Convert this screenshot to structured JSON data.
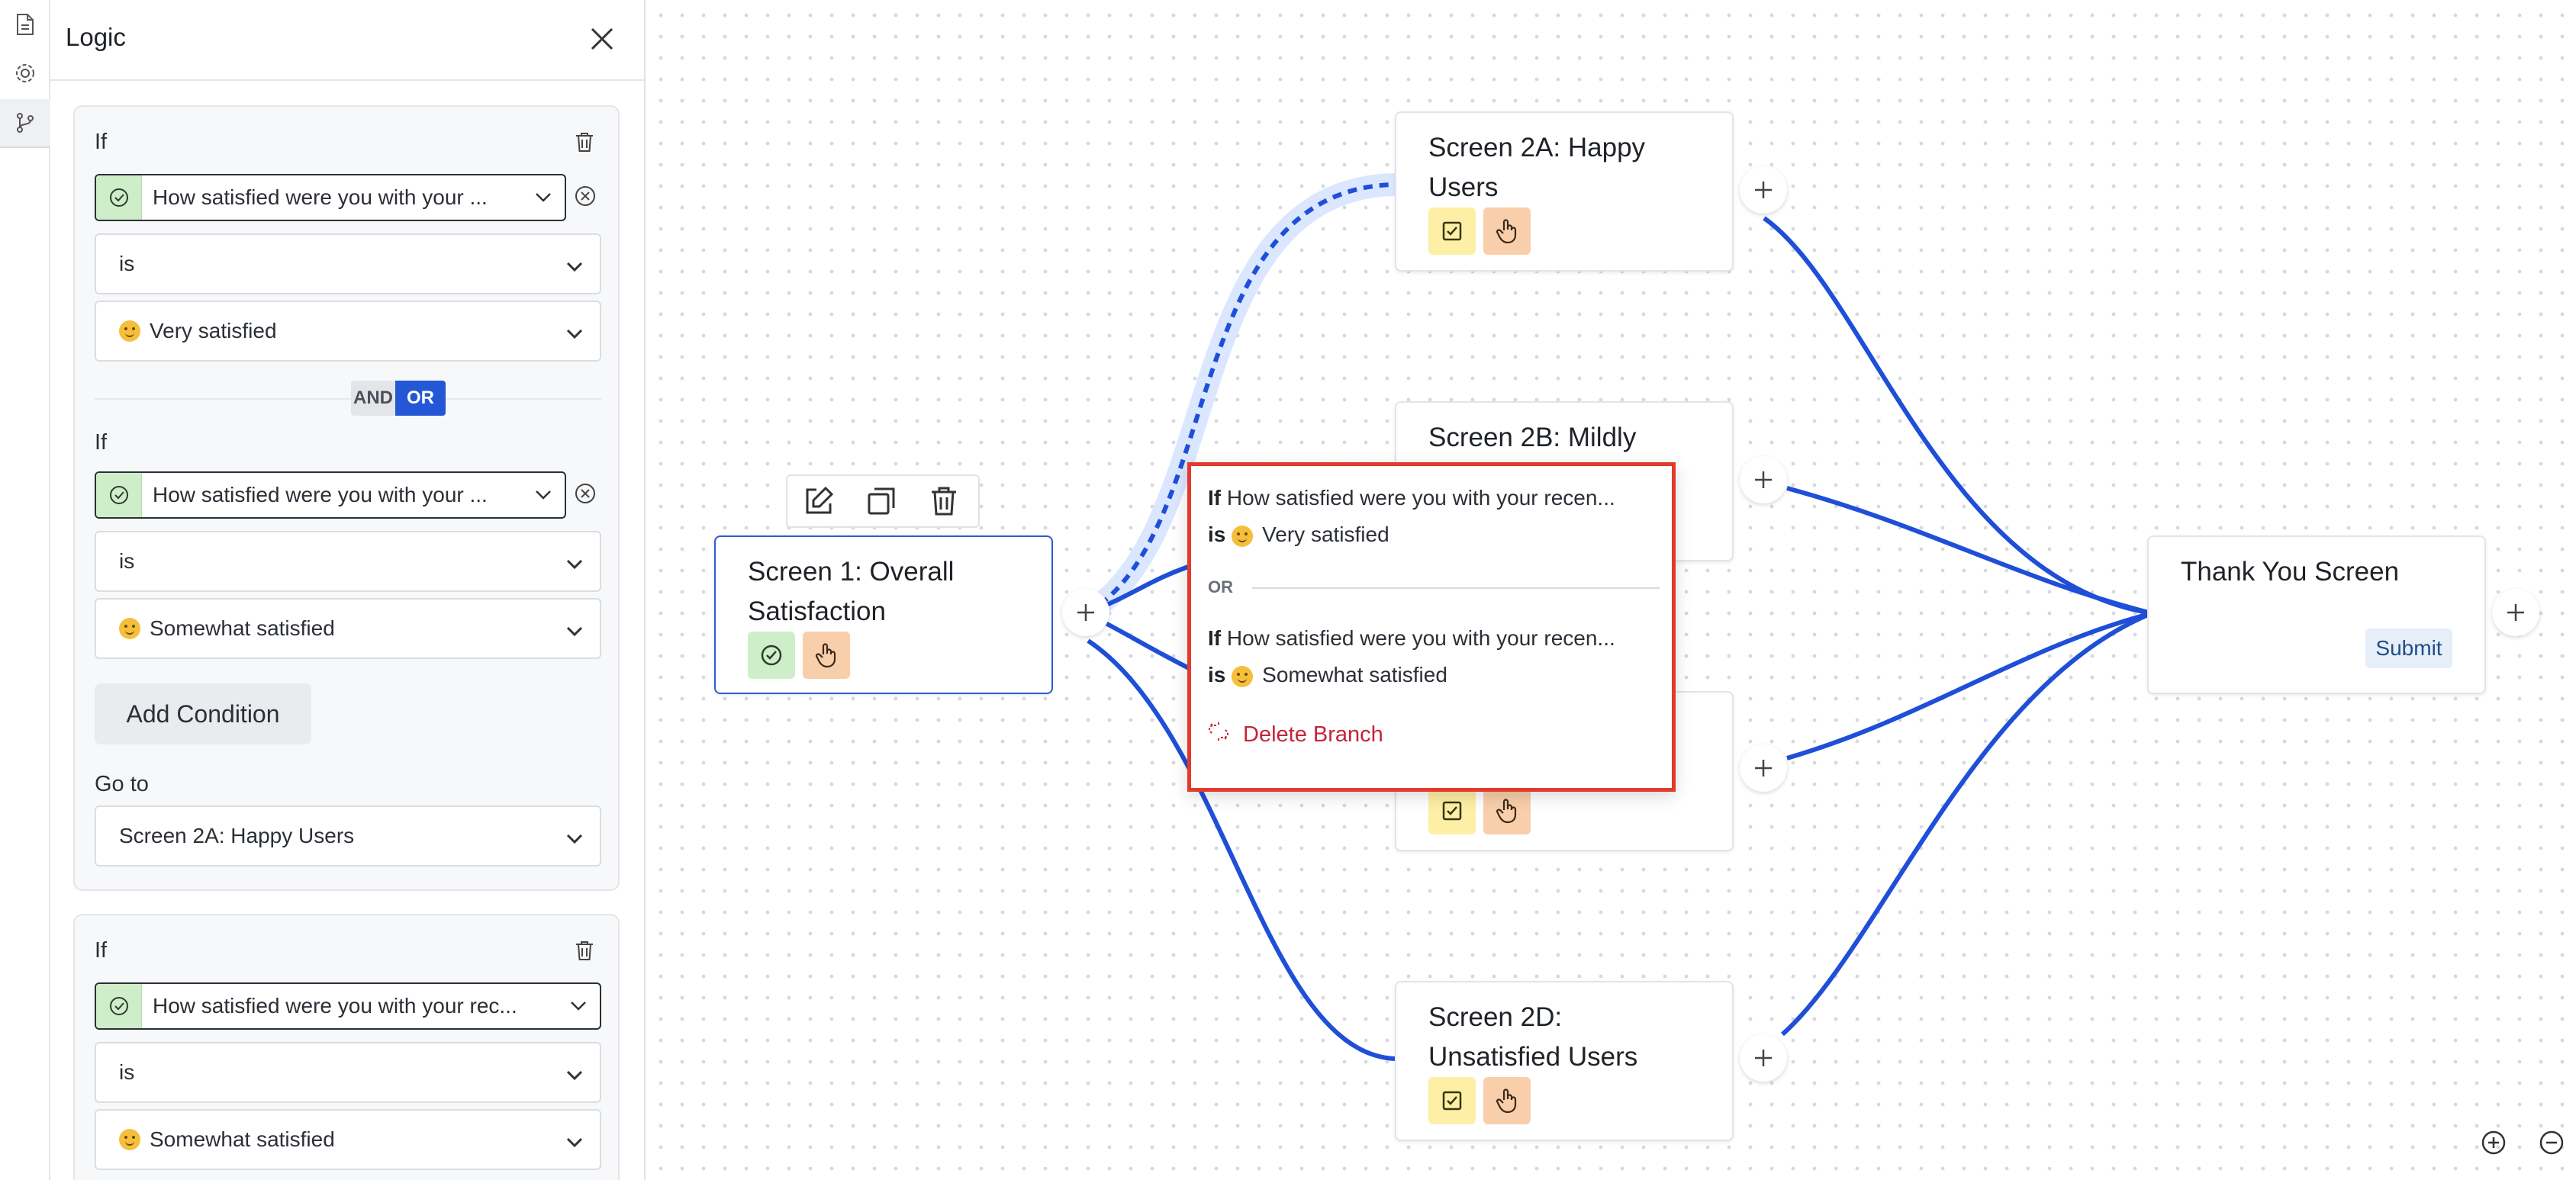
{
  "rail": {
    "items": [
      {
        "icon": "document-icon",
        "active": false
      },
      {
        "icon": "gear-icon",
        "active": false
      },
      {
        "icon": "branch-icon",
        "active": true
      }
    ]
  },
  "panel": {
    "title": "Logic",
    "groups": [
      {
        "conditions": [
          {
            "if_label": "If",
            "question": "How satisfied were you with your ...",
            "operator": "is",
            "answer": "Very satisfied"
          },
          {
            "if_label": "If",
            "question": "How satisfied were you with your ...",
            "operator": "is",
            "answer": "Somewhat satisfied"
          }
        ],
        "toggle": {
          "and_label": "AND",
          "or_label": "OR",
          "selected": "OR"
        },
        "add_condition_label": "Add Condition",
        "goto_label": "Go to",
        "goto_value": "Screen 2A: Happy Users"
      },
      {
        "conditions": [
          {
            "if_label": "If",
            "question": "How satisfied were you with your rec...",
            "operator": "is",
            "answer": "Somewhat satisfied"
          }
        ]
      }
    ]
  },
  "canvas": {
    "nodes": {
      "screen1": {
        "line1": "Screen 1: Overall",
        "line2": "Satisfaction"
      },
      "screen2a": {
        "line1": "Screen 2A: Happy",
        "line2": "Users"
      },
      "screen2b": {
        "line1": "Screen 2B: Mildly"
      },
      "screen2d": {
        "line1": "Screen 2D:",
        "line2": "Unsatisfied Users"
      },
      "thankyou": {
        "line1": "Thank You Screen",
        "submit": "Submit"
      }
    },
    "popover": {
      "if_word": "If",
      "is_word": "is",
      "cond1_question": "How satisfied were you with your recen...",
      "cond1_answer": "Very satisfied",
      "or_label": "OR",
      "cond2_question": "How satisfied were you with your recen...",
      "cond2_answer": "Somewhat satisfied",
      "delete_label": "Delete Branch"
    },
    "edge_color": "#1f4fd8",
    "highlight_color": "#e23a2c"
  }
}
